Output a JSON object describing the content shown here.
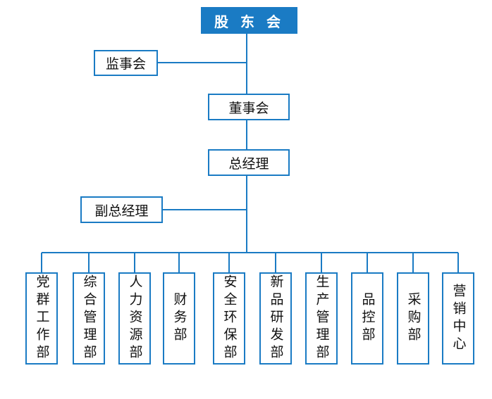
{
  "colors": {
    "accent": "#1a7bc4",
    "text": "#111111",
    "background": "#ffffff"
  },
  "nodes": {
    "shareholders": "股 东 会",
    "supervisors": "监事会",
    "board": "董事会",
    "gm": "总经理",
    "deputy_gm": "副总经理"
  },
  "departments": [
    "党群工作部",
    "综合管理部",
    "人力资源部",
    "财务部",
    "安全环保部",
    "新品研发部",
    "生产管理部",
    "品控部",
    "采购部",
    "营销中心"
  ]
}
